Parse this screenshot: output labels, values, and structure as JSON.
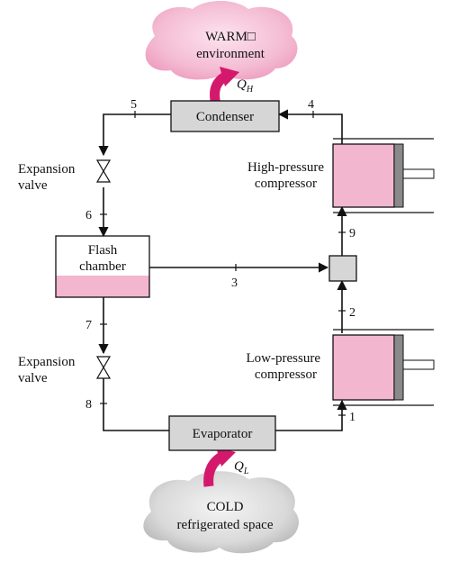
{
  "warm": {
    "line1": "WARM□",
    "line2": "environment"
  },
  "cold": {
    "line1": "COLD",
    "line2": "refrigerated space"
  },
  "heat": {
    "qh": "Q",
    "qh_sub": "H",
    "ql": "Q",
    "ql_sub": "L"
  },
  "components": {
    "condenser": "Condenser",
    "evaporator": "Evaporator",
    "flash_line1": "Flash",
    "flash_line2": "chamber",
    "hp_line1": "High-pressure",
    "hp_line2": "compressor",
    "lp_line1": "Low-pressure",
    "lp_line2": "compressor",
    "exp_top_line1": "Expansion",
    "exp_top_line2": "valve",
    "exp_bot_line1": "Expansion",
    "exp_bot_line2": "valve"
  },
  "states": {
    "s1": "1",
    "s2": "2",
    "s3": "3",
    "s4": "4",
    "s5": "5",
    "s6": "6",
    "s7": "7",
    "s8": "8",
    "s9": "9"
  },
  "colors": {
    "pink": "#f2b6cf",
    "cloud_pink": "#f5c2d6",
    "magenta": "#d4196c",
    "box_gray": "#d6d6d6",
    "cloud_gray": "#d9d9d9",
    "line": "#111111"
  }
}
